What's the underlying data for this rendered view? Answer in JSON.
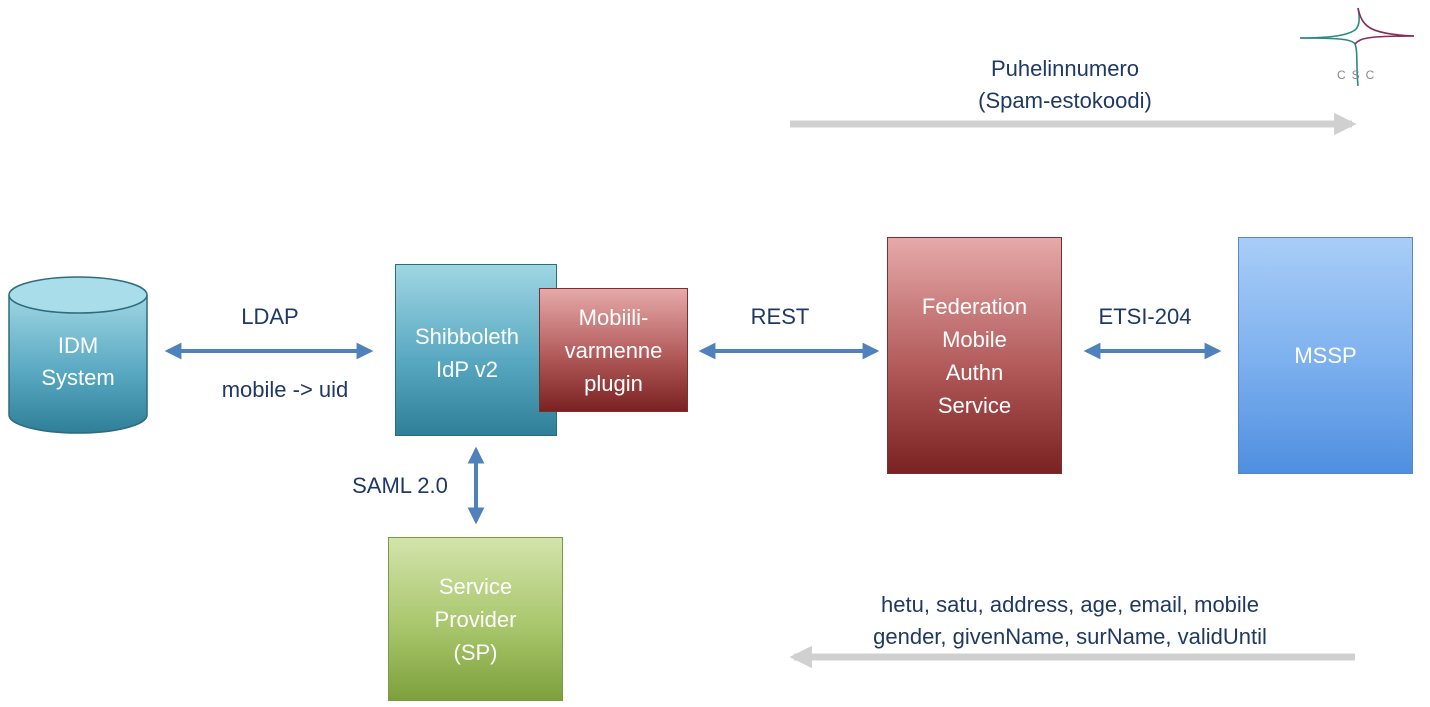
{
  "logo": {
    "text": "CSC",
    "icon": "csc-logo"
  },
  "top_flow": {
    "line1": "Puhelinnumero",
    "line2": "(Spam-estokoodi)"
  },
  "bottom_flow": {
    "line1": "hetu, satu, address, age, email, mobile",
    "line2": "gender, givenName, surName, validUntil"
  },
  "idm": {
    "line1": "IDM",
    "line2": "System"
  },
  "ldap": {
    "label": "LDAP",
    "sublabel": "mobile -> uid"
  },
  "shibboleth": {
    "line1": "Shibboleth",
    "line2": "IdP v2"
  },
  "plugin": {
    "line1": "Mobiili-",
    "line2": "varmenne",
    "line3": "plugin"
  },
  "rest": {
    "label": "REST"
  },
  "federation": {
    "line1": "Federation",
    "line2": "Mobile",
    "line3": "Authn",
    "line4": "Service"
  },
  "etsi": {
    "label": "ETSI-204"
  },
  "mssp": {
    "label": "MSSP"
  },
  "saml": {
    "label": "SAML 2.0"
  },
  "sp": {
    "line1": "Service",
    "line2": "Provider",
    "line3": "(SP)"
  },
  "colors": {
    "connector": "#4f81bd",
    "flow_arrow": "#d0d0d0",
    "text": "#1f3864"
  }
}
